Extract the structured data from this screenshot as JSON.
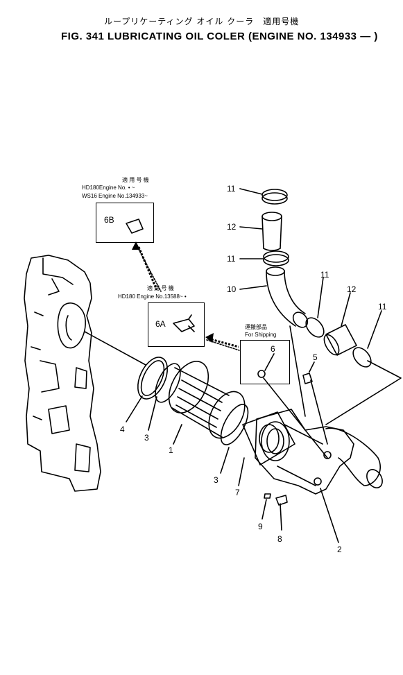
{
  "title_jp": "ループリケーティング オイル クーラ　適用号機",
  "title": "FIG. 341  LUBRICATING  OIL  COLER (ENGINE  NO.  134933 ― )",
  "box_6b": {
    "header_jp": "適 用 号 機",
    "line1": "HD180Engine No.    •   ~",
    "line2": "WS16  Engine  No.134933~",
    "label": "6B"
  },
  "box_6a": {
    "header_jp": "適 用 号 機",
    "line1": "HD180  Engine No.13588~   •",
    "label": "6A"
  },
  "box_6": {
    "header_jp": "運搬部品",
    "line1": "For Shipping",
    "label": "6"
  },
  "callouts": {
    "c1": "1",
    "c2": "2",
    "c3a": "3",
    "c3b": "3",
    "c4": "4",
    "c5": "5",
    "c7": "7",
    "c8": "8",
    "c9": "9",
    "c10": "10",
    "c11a": "11",
    "c11b": "11",
    "c11c": "11",
    "c11d": "11",
    "c12a": "12",
    "c12b": "12"
  }
}
